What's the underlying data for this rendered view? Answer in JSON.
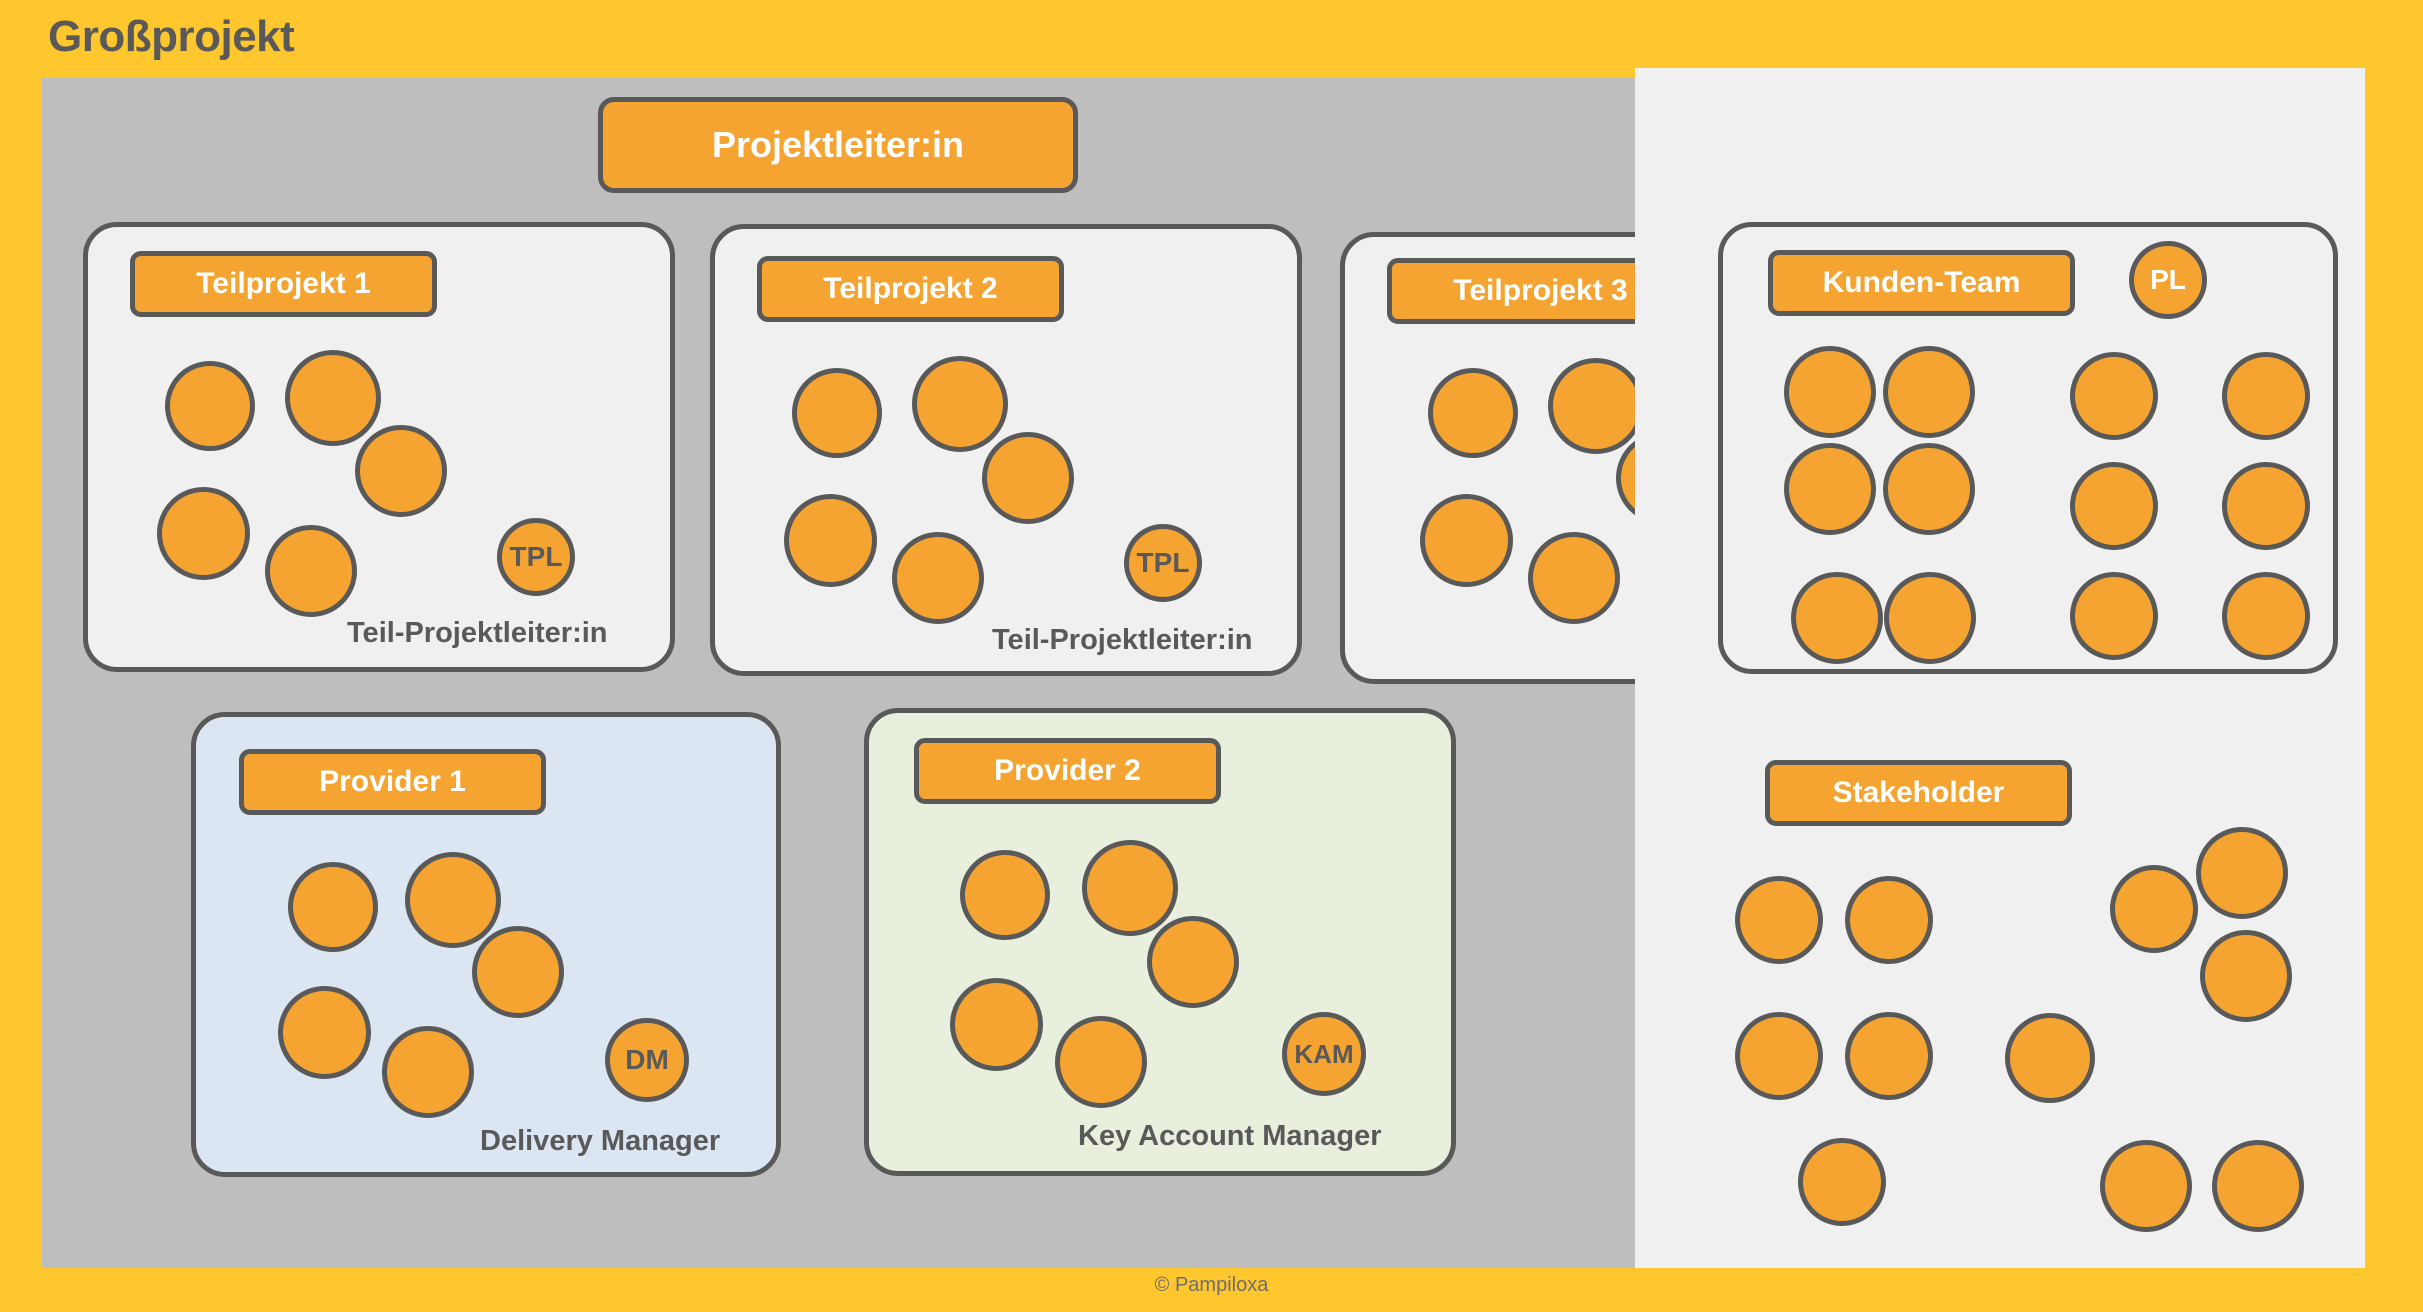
{
  "page": {
    "title": "Großprojekt",
    "footer_credit": "© Pampiloxa",
    "colors": {
      "page_background": "#FFC72E",
      "canvas_gray": "#BEBEBE",
      "canvas_white": "#F0F0F0",
      "accent_orange": "#F5A431",
      "outline_gray": "#595959",
      "provider1_tint": "#DCE6F2",
      "provider2_tint": "#E9EFDD"
    }
  },
  "top_role": {
    "label": "Projektleiter:in"
  },
  "groups": [
    {
      "key": "teilprojekt1",
      "title": "Teilprojekt 1",
      "role_caption": "Teil-Projektleiter:in",
      "badge": "TPL",
      "member_count": 5,
      "tone": "default"
    },
    {
      "key": "teilprojekt2",
      "title": "Teilprojekt 2",
      "role_caption": "Teil-Projektleiter:in",
      "badge": "TPL",
      "member_count": 5,
      "tone": "default"
    },
    {
      "key": "teilprojekt3",
      "title": "Teilprojekt 3",
      "role_caption": "",
      "badge": "",
      "member_count": 5,
      "tone": "default"
    },
    {
      "key": "provider1",
      "title": "Provider 1",
      "role_caption": "Delivery Manager",
      "badge": "DM",
      "member_count": 5,
      "tone": "blue"
    },
    {
      "key": "provider2",
      "title": "Provider 2",
      "role_caption": "Key Account Manager",
      "badge": "KAM",
      "member_count": 5,
      "tone": "green"
    },
    {
      "key": "kundenteam",
      "title": "Kunden-Team",
      "role_caption": "",
      "badge": "PL",
      "member_count": 12,
      "tone": "default"
    },
    {
      "key": "stakeholder",
      "title": "Stakeholder",
      "role_caption": "",
      "badge": "",
      "member_count": 12,
      "tone": "none"
    }
  ]
}
